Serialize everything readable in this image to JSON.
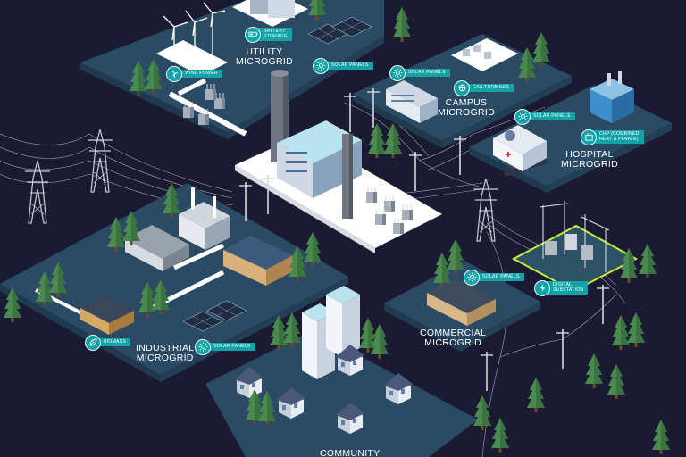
{
  "regions": {
    "utility": "UTILITY\nMICROGRID",
    "campus": "CAMPUS\nMICROGRID",
    "hospital": "HOSPITAL\nMICROGRID",
    "industrial": "INDUSTRIAL\nMICROGRID",
    "commercial": "COMMERCIAL\nMICROGRID",
    "community": "COMMUNITY"
  },
  "tags": {
    "battery_storage": "BATTERY\nSTORAGE",
    "wind_power": "WIND POWER",
    "solar_utility": "SOLAR PANELS",
    "solar_campus": "SOLAR PANELS",
    "gas_turbines": "GAS TURBINES",
    "solar_hospital": "SOLAR PANELS",
    "chp": "CHP (COMBINED\nHEAT & POWER)",
    "solar_commercial": "SOLAR PANELS",
    "digital_substation": "DIGITAL\nSUBSTATION",
    "biomass": "BIOMASS",
    "solar_industrial": "SOLAR PANELS"
  },
  "icons": {
    "battery_storage": "battery-icon",
    "wind_power": "wind-turbine-icon",
    "solar": "sun-icon",
    "gas_turbines": "gas-turbine-icon",
    "chp": "chp-icon",
    "digital_substation": "lightning-bolt-icon",
    "biomass": "leaf-icon"
  },
  "colors": {
    "background": "#1b1a33",
    "platform": "#2b4a63",
    "platform_edge": "#1f3a4f",
    "road": "#ffffff",
    "accent": "#12a3a8",
    "tree": "#4a8a4f",
    "substation_glow": "#c7ef3a"
  }
}
